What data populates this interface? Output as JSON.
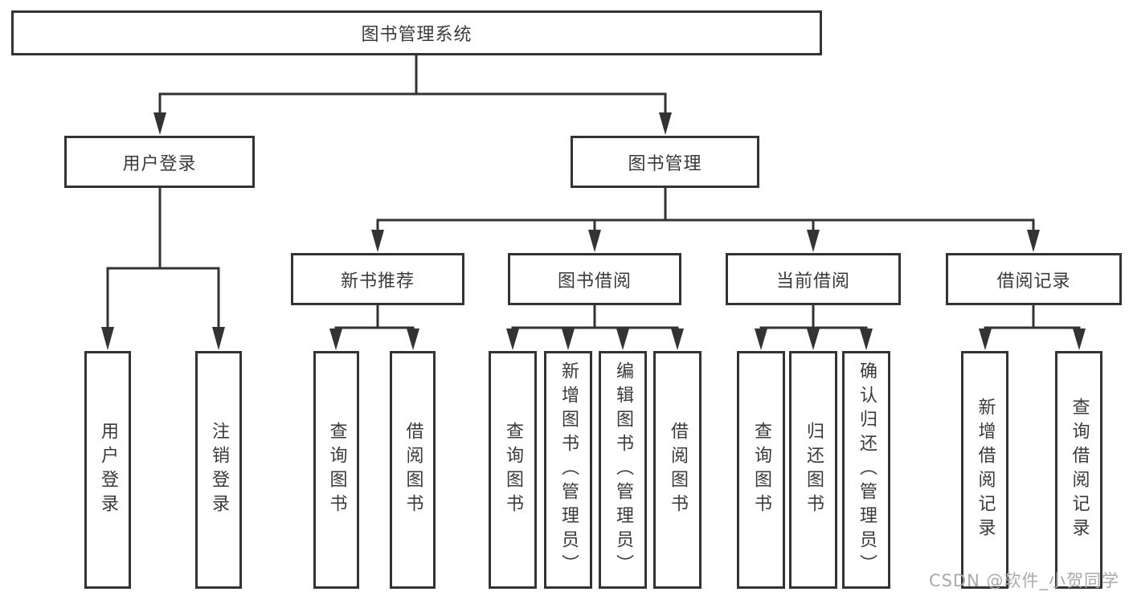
{
  "diagram_title": "图书管理系统",
  "nodes": {
    "root": "图书管理系统",
    "user_login": "用户登录",
    "book_management": "图书管理",
    "new_book_recommend": "新书推荐",
    "book_borrow": "图书借阅",
    "current_borrow": "当前借阅",
    "borrow_record": "借阅记录",
    "leaf_user_login": "用户登录",
    "leaf_logout": "注销登录",
    "leaf_rec_query_book": "查询图书",
    "leaf_rec_borrow_book": "借阅图书",
    "leaf_bb_query_book": "查询图书",
    "leaf_bb_add_book": "新增图书（管理员）",
    "leaf_bb_edit_book": "编辑图书（管理员）",
    "leaf_bb_borrow_book": "借阅图书",
    "leaf_cb_query_book": "查询图书",
    "leaf_cb_return_book": "归还图书",
    "leaf_cb_confirm_return": "确认归还（管理员）",
    "leaf_br_add_record": "新增借阅记录",
    "leaf_br_query_record": "查询借阅记录"
  },
  "watermark": "CSDN @软件_小贺同学",
  "colors": {
    "line": "#333333",
    "text": "#3a3a3a",
    "box_fill": "#ffffff",
    "watermark": "#a9a9a9",
    "background": "#ffffff"
  }
}
